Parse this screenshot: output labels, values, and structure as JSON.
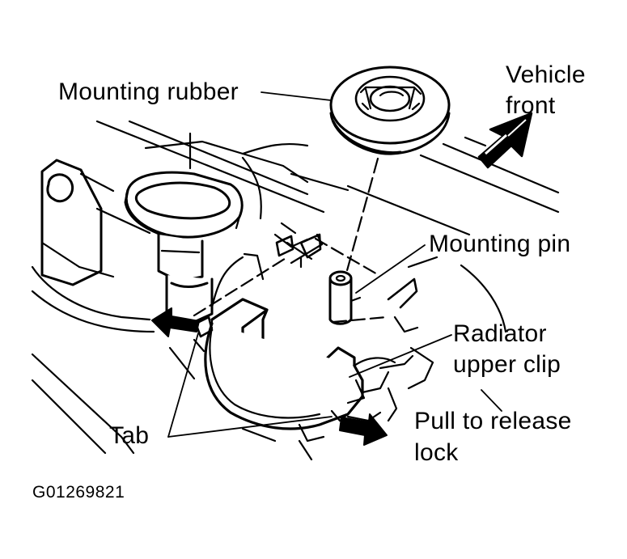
{
  "labels": {
    "mounting_rubber": "Mounting rubber",
    "vehicle_front_line1": "Vehicle",
    "vehicle_front_line2": "front",
    "mounting_pin": "Mounting pin",
    "radiator_upper_clip_line1": "Radiator",
    "radiator_upper_clip_line2": "upper clip",
    "pull_to_release_line1": "Pull to release",
    "pull_to_release_line2": "lock",
    "tab": "Tab",
    "figure_id": "G01269821"
  },
  "colors": {
    "ink": "#000000",
    "paper": "#ffffff"
  }
}
